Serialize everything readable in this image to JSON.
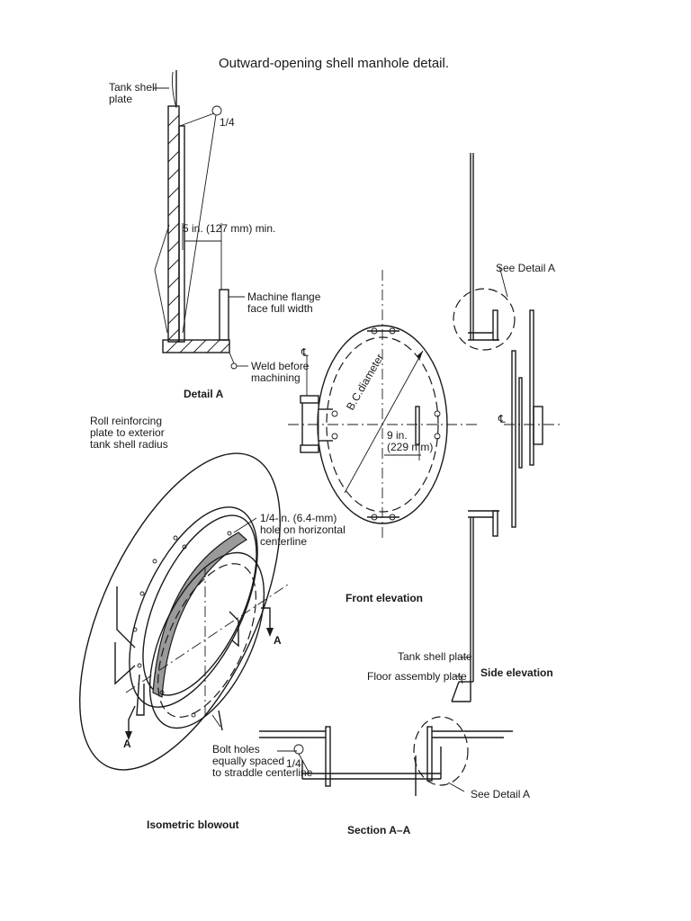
{
  "title": "Outward-opening shell manhole detail.",
  "labels": {
    "tank_shell_plate_top": "Tank shell\nplate",
    "quarter_weld_top": "1/4",
    "five_inch_min": "5 in. (127 mm) min.",
    "machine_flange": "Machine flange\nface full width",
    "weld_before_machining": "Weld before\nmachining",
    "detail_a": "Detail A",
    "see_detail_a_top": "See Detail A",
    "roll_reinforcing": "Roll reinforcing\nplate to exterior\ntank shell radius",
    "bc_diameter": "B.C.diameter",
    "nine_inch": "9 in.\n(229 mm)",
    "quarter_hole": "1/4-in. (6.4-mm)\nhole on horizontal\ncenterline",
    "front_elevation": "Front elevation",
    "section_arrow_right": "A",
    "section_arrow_left": "A",
    "tank_shell_plate_side": "Tank shell plate",
    "floor_assembly_plate": "Floor assembly plate",
    "side_elevation": "Side elevation",
    "bolt_holes": "Bolt holes\nequally spaced\nto straddle centerline",
    "quarter_weld_bottom": "1/4",
    "see_detail_a_bottom": "See Detail A",
    "isometric_blowout": "Isometric blowout",
    "section_aa": "Section A–A",
    "centerline_symbol_1": "℄",
    "centerline_symbol_2": "℄"
  }
}
